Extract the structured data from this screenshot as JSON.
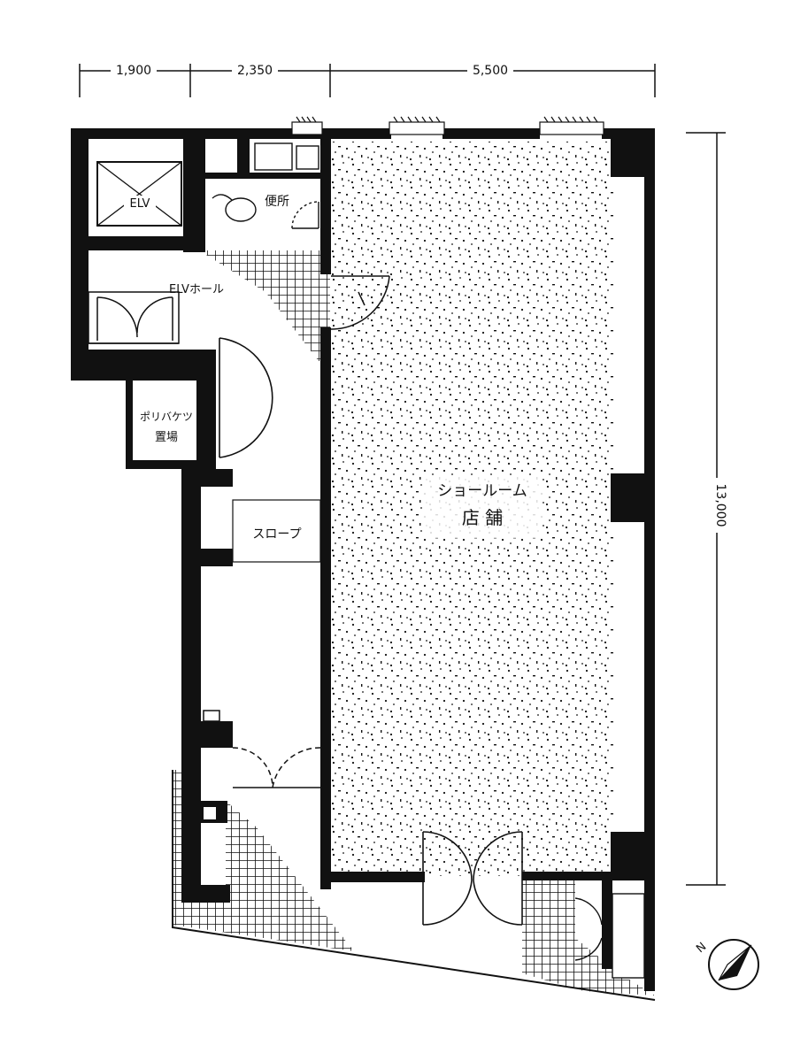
{
  "dimensions": {
    "top": [
      "1,900",
      "2,350",
      "5,500"
    ],
    "right": "13,000"
  },
  "rooms": {
    "elevator": "ELV",
    "toilet": "便所",
    "elevator_hall": "ELVホール",
    "garbage_storage_line1": "ポリバケツ",
    "garbage_storage_line2": "置場",
    "slope": "スロープ",
    "showroom_line1": "ショールーム",
    "showroom_line2": "店 舗"
  },
  "compass": {
    "north": "N"
  },
  "colors": {
    "ink": "#111111",
    "paper": "#ffffff"
  }
}
